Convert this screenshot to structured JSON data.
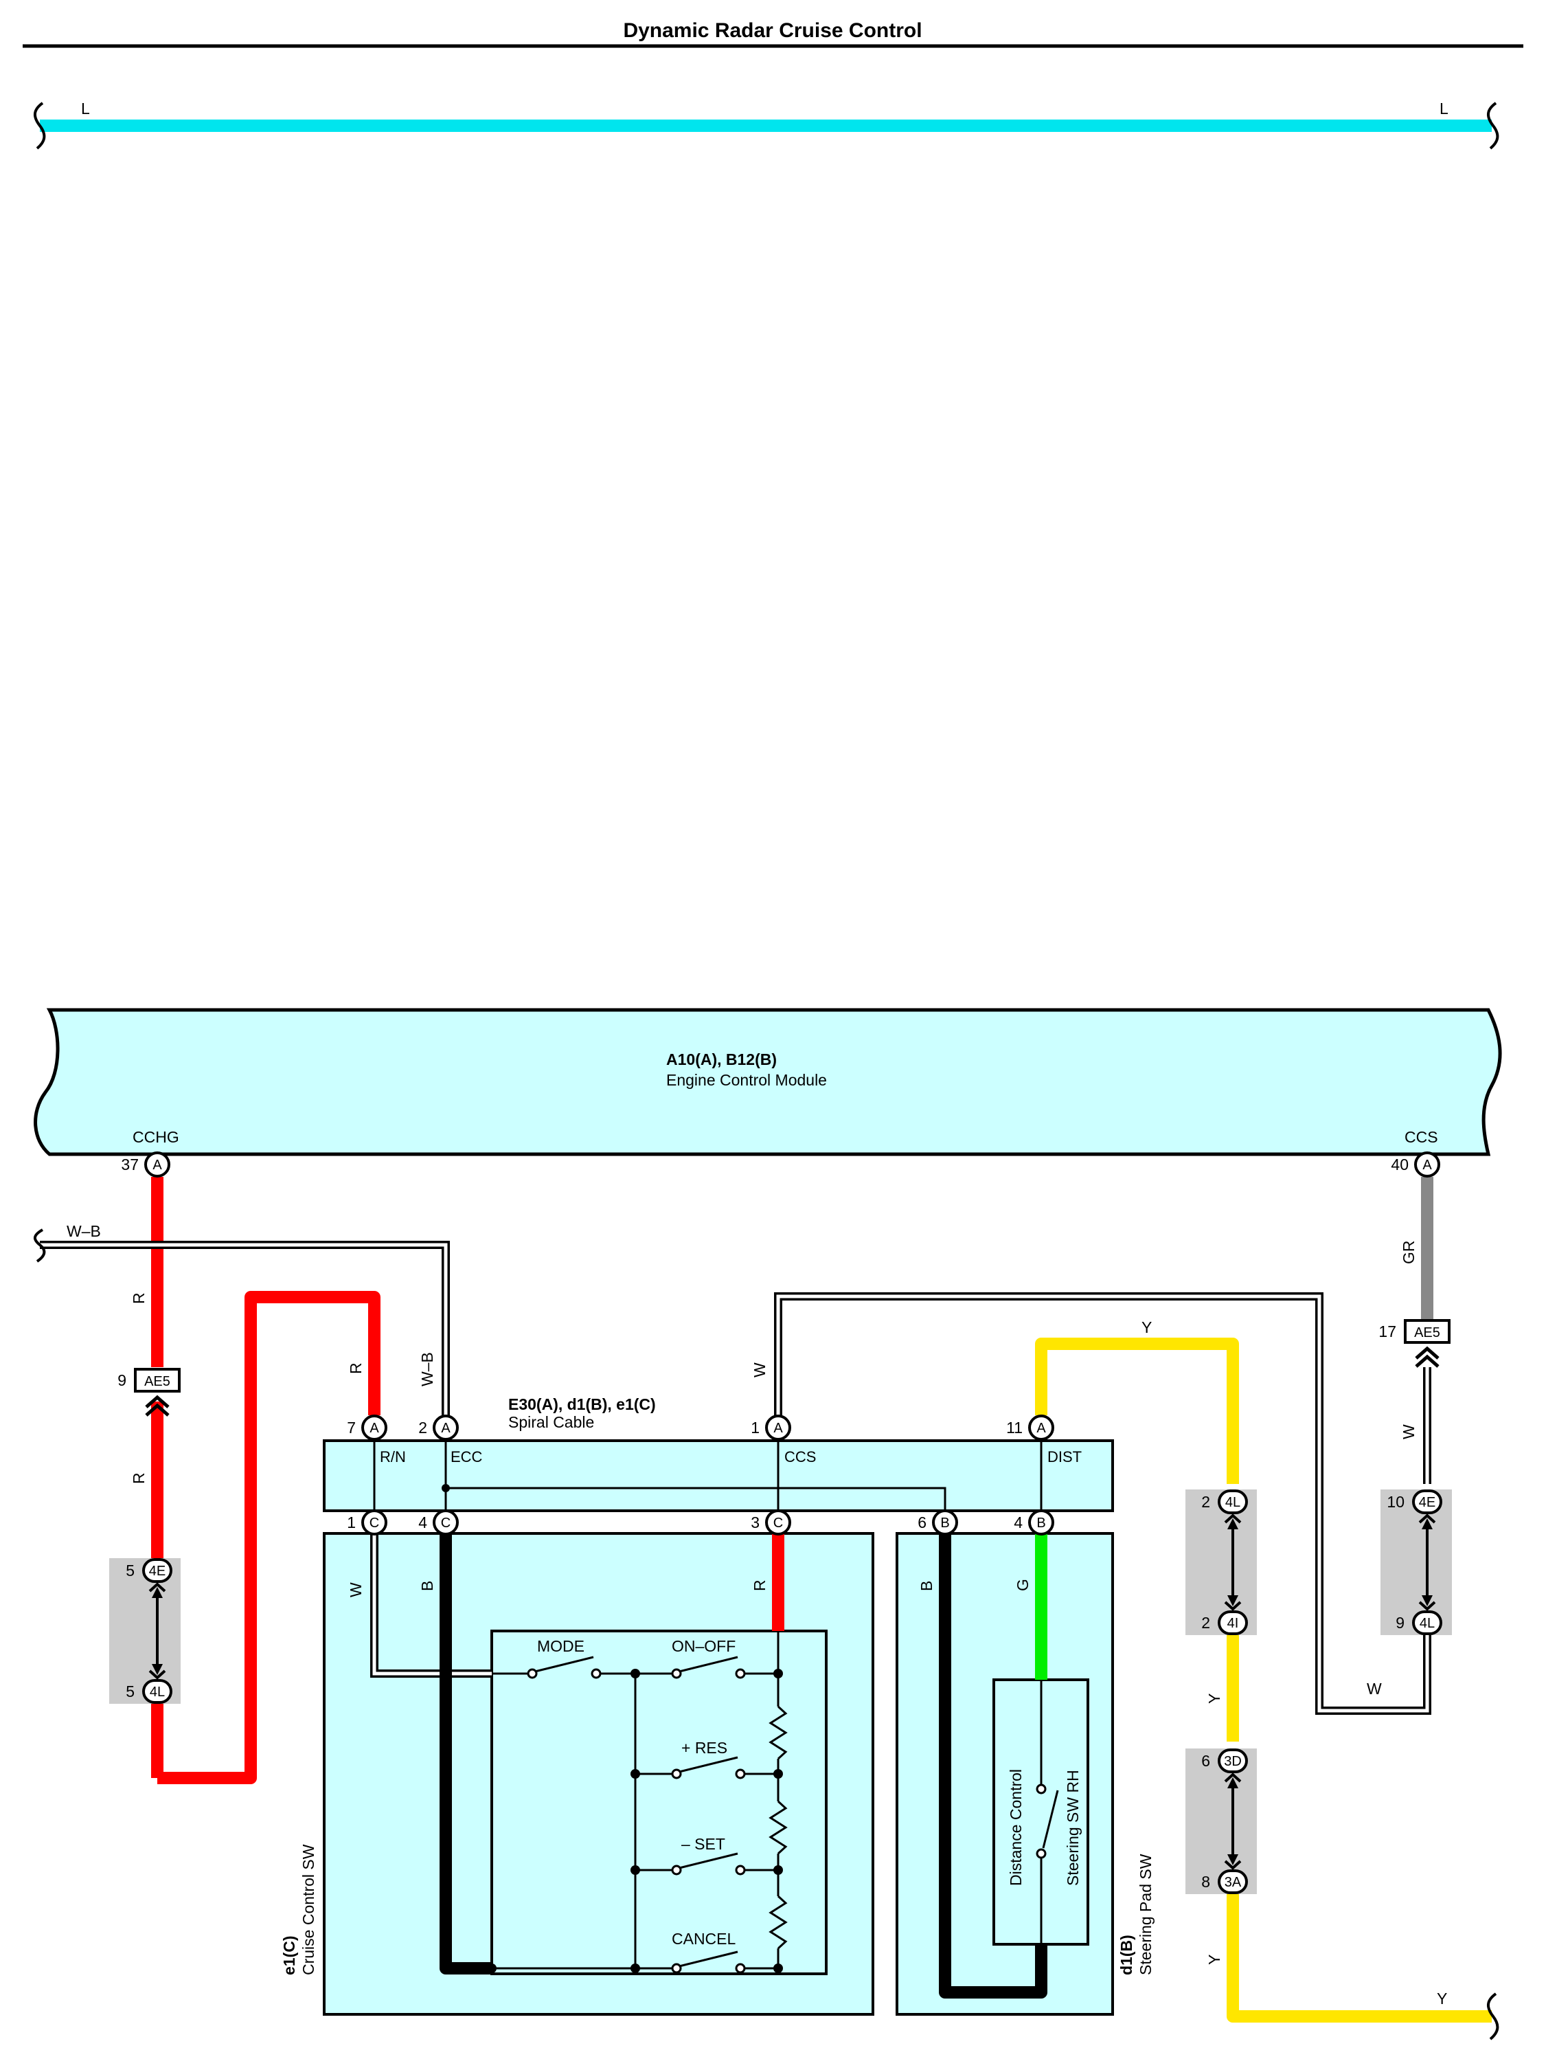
{
  "title": "Dynamic Radar Cruise Control",
  "top_wire": {
    "left_label": "L",
    "right_label": "L"
  },
  "ecm": {
    "code": "A10(A), B12(B)",
    "name": "Engine Control Module",
    "left_terminal": "CCHG",
    "left_pin_num": "37",
    "left_pin_conn": "A",
    "right_terminal": "CCS",
    "right_pin_num": "40",
    "right_pin_conn": "A"
  },
  "spiral": {
    "code": "E30(A), d1(B), e1(C)",
    "name": "Spiral Cable",
    "terminals": [
      "R/N",
      "ECC",
      "CCS",
      "DIST"
    ],
    "top_pins": [
      {
        "num": "7",
        "conn": "A"
      },
      {
        "num": "2",
        "conn": "A"
      },
      {
        "num": "1",
        "conn": "A"
      },
      {
        "num": "11",
        "conn": "A"
      }
    ],
    "bottom_pins": [
      {
        "num": "1",
        "conn": "C"
      },
      {
        "num": "4",
        "conn": "C"
      },
      {
        "num": "3",
        "conn": "C"
      },
      {
        "num": "6",
        "conn": "B"
      },
      {
        "num": "4",
        "conn": "B"
      }
    ]
  },
  "wire_colors": {
    "wb_in": "W–B",
    "ecm_left_r1": "R",
    "ecm_left_r2": "R",
    "red_loop_r": "R",
    "wb_vertical": "W–B",
    "ccs_w": "W",
    "dist_y": "Y",
    "ecm_right_gr": "GR",
    "right_w": "W",
    "right_w_bottom": "W",
    "sw_w": "W",
    "sw_b": "B",
    "sw_r": "R",
    "pad_b": "B",
    "pad_g": "G",
    "y_mid": "Y",
    "y_low": "Y",
    "y_end": "Y"
  },
  "connectors": {
    "ae5_left": {
      "num": "9",
      "label": "AE5"
    },
    "ae5_right": {
      "num": "17",
      "label": "AE5"
    },
    "j_left_top": {
      "num": "5",
      "label": "4E"
    },
    "j_left_bot": {
      "num": "5",
      "label": "4L"
    },
    "j_mid_top": {
      "num": "2",
      "label": "4L"
    },
    "j_mid_bot": {
      "num": "2",
      "label": "4I"
    },
    "j_right_top": {
      "num": "10",
      "label": "4E"
    },
    "j_right_bot": {
      "num": "9",
      "label": "4L"
    },
    "j_low_top": {
      "num": "6",
      "label": "3D"
    },
    "j_low_bot": {
      "num": "8",
      "label": "3A"
    }
  },
  "cruise_sw": {
    "code": "e1(C)",
    "name": "Cruise Control SW",
    "switches": [
      "MODE",
      "ON–OFF",
      "+ RES",
      "– SET",
      "CANCEL"
    ]
  },
  "steering_pad": {
    "code": "d1(B)",
    "name": "Steering Pad SW",
    "inner_1": "Distance Control",
    "inner_2": "Steering SW RH"
  },
  "colors": {
    "light_blue": "#ccffff",
    "cyan_wire": "#00e5ee",
    "red_wire": "#ff0000",
    "yellow_wire": "#ffe600",
    "green_wire": "#00ee00",
    "gray_wire": "#888888",
    "connector_gray": "#cccccc"
  }
}
